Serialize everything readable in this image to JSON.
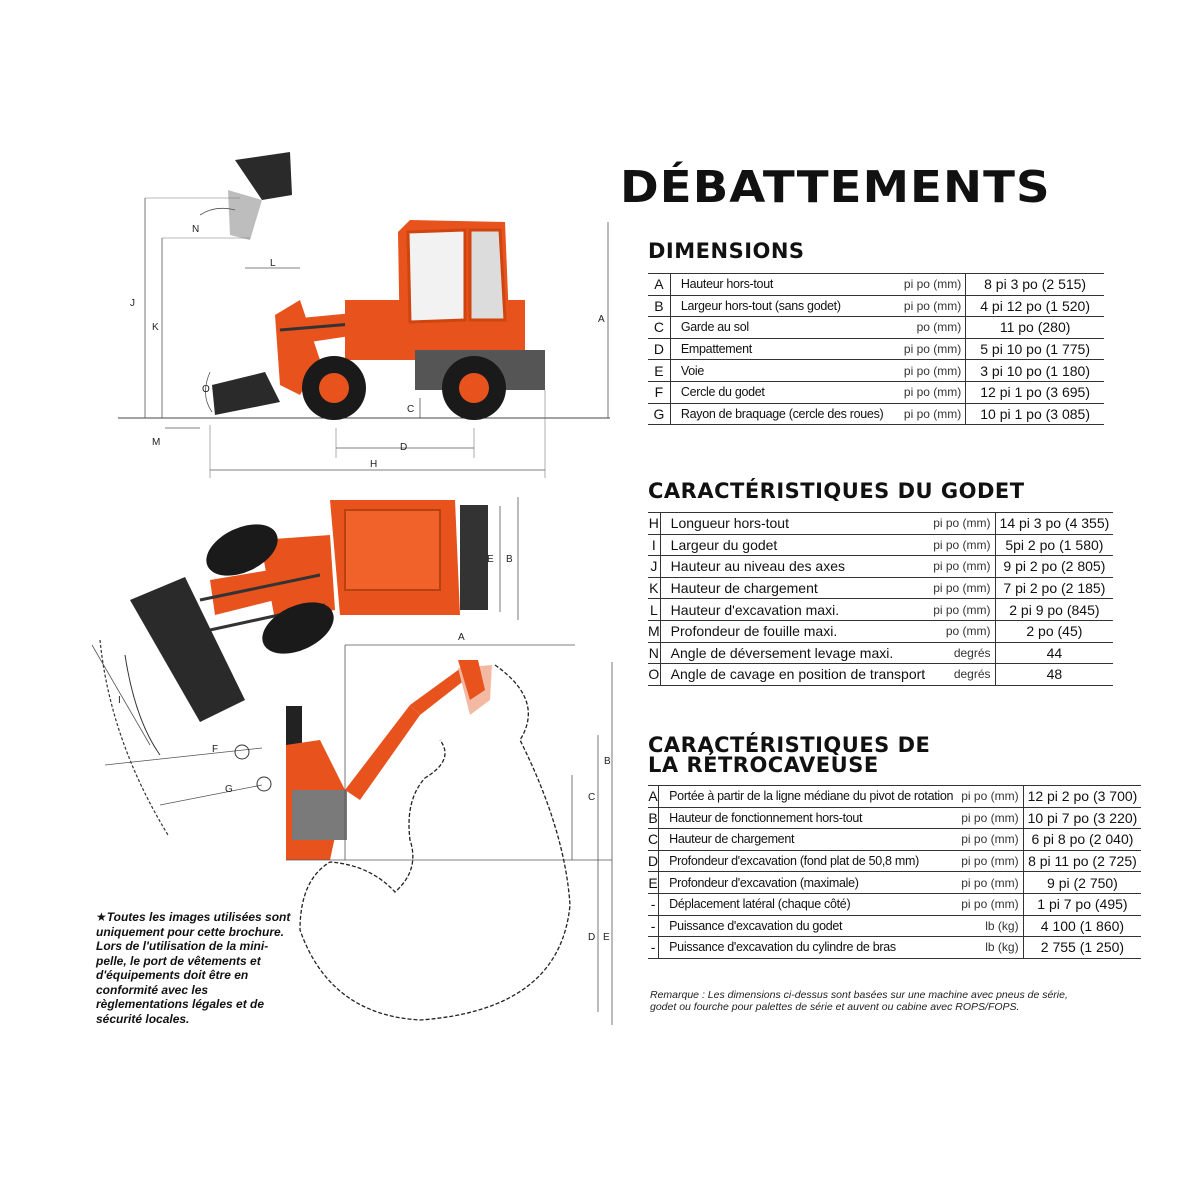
{
  "title": "DÉBATTEMENTS",
  "dimensions": {
    "title": "DIMENSIONS",
    "rows": [
      {
        "code": "A",
        "label": "Hauteur hors-tout",
        "unit": "pi po (mm)",
        "value": "8 pi 3 po (2 515)"
      },
      {
        "code": "B",
        "label": "Largeur hors-tout (sans godet)",
        "unit": "pi po (mm)",
        "value": "4 pi 12 po (1 520)"
      },
      {
        "code": "C",
        "label": "Garde au sol",
        "unit": "po (mm)",
        "value": "11 po (280)"
      },
      {
        "code": "D",
        "label": "Empattement",
        "unit": "pi po (mm)",
        "value": "5 pi 10 po (1 775)"
      },
      {
        "code": "E",
        "label": "Voie",
        "unit": "pi po (mm)",
        "value": "3 pi 10 po (1 180)"
      },
      {
        "code": "F",
        "label": "Cercle du godet",
        "unit": "pi po (mm)",
        "value": "12 pi 1 po (3 695)"
      },
      {
        "code": "G",
        "label": "Rayon de braquage (cercle des roues)",
        "unit": "pi po (mm)",
        "value": "10 pi 1 po (3 085)"
      }
    ]
  },
  "bucket": {
    "title": "CARACTÉRISTIQUES DU GODET",
    "rows": [
      {
        "code": "H",
        "label": "Longueur hors-tout",
        "unit": "pi po (mm)",
        "value": "14 pi 3 po (4 355)"
      },
      {
        "code": "I",
        "label": "Largeur du godet",
        "unit": "pi po (mm)",
        "value": "5pi 2 po (1 580)"
      },
      {
        "code": "J",
        "label": "Hauteur au niveau des axes",
        "unit": "pi po (mm)",
        "value": "9 pi 2 po (2 805)"
      },
      {
        "code": "K",
        "label": "Hauteur de chargement",
        "unit": "pi po (mm)",
        "value": "7 pi 2 po (2 185)"
      },
      {
        "code": "L",
        "label": "Hauteur d'excavation maxi.",
        "unit": "pi po (mm)",
        "value": "2 pi 9 po (845)"
      },
      {
        "code": "M",
        "label": "Profondeur de fouille maxi.",
        "unit": "po (mm)",
        "value": "2 po (45)"
      },
      {
        "code": "N",
        "label": "Angle de déversement levage maxi.",
        "unit": "degrés",
        "value": "44"
      },
      {
        "code": "O",
        "label": "Angle de cavage en position de transport",
        "unit": "degrés",
        "value": "48"
      }
    ]
  },
  "backhoe": {
    "title_line1": "CARACTÉRISTIQUES DE",
    "title_line2": "LA RÉTROCAVEUSE",
    "rows": [
      {
        "code": "A",
        "label": "Portée à partir de la ligne médiane du pivot de rotation",
        "unit": "pi po (mm)",
        "value": "12 pi 2 po (3 700)"
      },
      {
        "code": "B",
        "label": "Hauteur de fonctionnement hors-tout",
        "unit": "pi po (mm)",
        "value": "10 pi 7 po (3 220)"
      },
      {
        "code": "C",
        "label": "Hauteur de chargement",
        "unit": "pi po (mm)",
        "value": "6 pi 8 po (2 040)"
      },
      {
        "code": "D",
        "label": "Profondeur d'excavation (fond plat de 50,8 mm)",
        "unit": "pi po (mm)",
        "value": "8 pi 11 po (2 725)"
      },
      {
        "code": "E",
        "label": "Profondeur d'excavation (maximale)",
        "unit": "pi po (mm)",
        "value": "9 pi (2 750)"
      },
      {
        "code": "-",
        "label": "Déplacement latéral (chaque côté)",
        "unit": "pi po (mm)",
        "value": "1 pi 7 po (495)"
      },
      {
        "code": "-",
        "label": "Puissance d'excavation du godet",
        "unit": "lb (kg)",
        "value": "4 100 (1 860)"
      },
      {
        "code": "-",
        "label": "Puissance d'excavation du cylindre de bras",
        "unit": "lb (kg)",
        "value": "2 755 (1 250)"
      }
    ]
  },
  "note": "★Toutes les images utilisées sont uniquement pour cette brochure. Lors de l'utilisation de la mini-pelle, le port de vêtements et d'équipements doit être en conformité avec les règlementations légales et de sécurité locales.",
  "remark": "Remarque : Les dimensions ci-dessus sont basées sur une machine avec pneus de série, godet ou fourche pour palettes de série et auvent ou cabine avec ROPS/FOPS.",
  "diagram_labels": {
    "side": [
      "J",
      "K",
      "N",
      "L",
      "O",
      "M",
      "D",
      "H",
      "C",
      "A"
    ],
    "top": [
      "E",
      "B",
      "I",
      "F",
      "G"
    ],
    "backhoe": [
      "A",
      "B",
      "C",
      "D",
      "E"
    ]
  },
  "colors": {
    "machine": "#e8521c",
    "dark": "#222222",
    "grey": "#9a9a9a"
  }
}
